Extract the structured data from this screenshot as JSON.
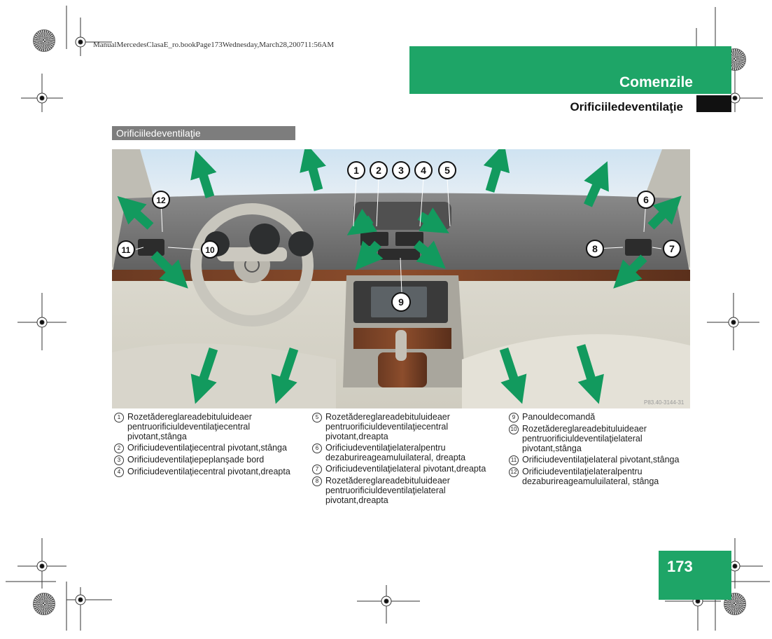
{
  "header": {
    "running_head": "ManualMercedesClasaE_ro.bookPage173Wednesday,March28,200711:56AM"
  },
  "chapter": {
    "title": "Comenzile",
    "section": "Orificiiledeventilaţie"
  },
  "figure": {
    "heading": "Orificiiledeventilaţie",
    "image_code": "P83.40-3144-31",
    "callouts": [
      "1",
      "2",
      "3",
      "4",
      "5",
      "6",
      "7",
      "8",
      "9",
      "10",
      "11",
      "12"
    ]
  },
  "legend": {
    "col1": [
      {
        "num": "1",
        "text": "Rozetădereglareadebituluideaer pentruorificiuldeventilaţiecentral pivotant,stânga"
      },
      {
        "num": "2",
        "text": "Orificiudeventilaţiecentral pivotant,stânga"
      },
      {
        "num": "3",
        "text": "Orificiudeventilaţiepeplanşade bord"
      },
      {
        "num": "4",
        "text": "Orificiudeventilaţiecentral pivotant,dreapta"
      }
    ],
    "col2": [
      {
        "num": "5",
        "text": "Rozetădereglareadebituluideaer pentruorificiuldeventilaţiecentral pivotant,dreapta"
      },
      {
        "num": "6",
        "text": "Orificiudeventilaţielateralpentru dezaburireageamuluilateral, dreapta"
      },
      {
        "num": "7",
        "text": "Orificiudeventilaţielateral pivotant,dreapta"
      },
      {
        "num": "8",
        "text": "Rozetădereglareadebituluideaer pentruorificiuldeventilaţielateral pivotant,dreapta"
      }
    ],
    "col3": [
      {
        "num": "9",
        "text": "Panouldecomandă"
      },
      {
        "num": "10",
        "text": "Rozetădereglareadebituluideaer pentruorificiuldeventilaţielateral pivotant,stânga"
      },
      {
        "num": "11",
        "text": "Orificiudeventilaţielateral pivotant,stânga"
      },
      {
        "num": "12",
        "text": "Orificiudeventilaţielateralpentru dezaburireageamuluilateral, stânga"
      }
    ]
  },
  "page_number": "173",
  "colors": {
    "accent_green": "#1ea567",
    "heading_gray": "#7d7d7d",
    "arrow_green": "#129a5e"
  }
}
